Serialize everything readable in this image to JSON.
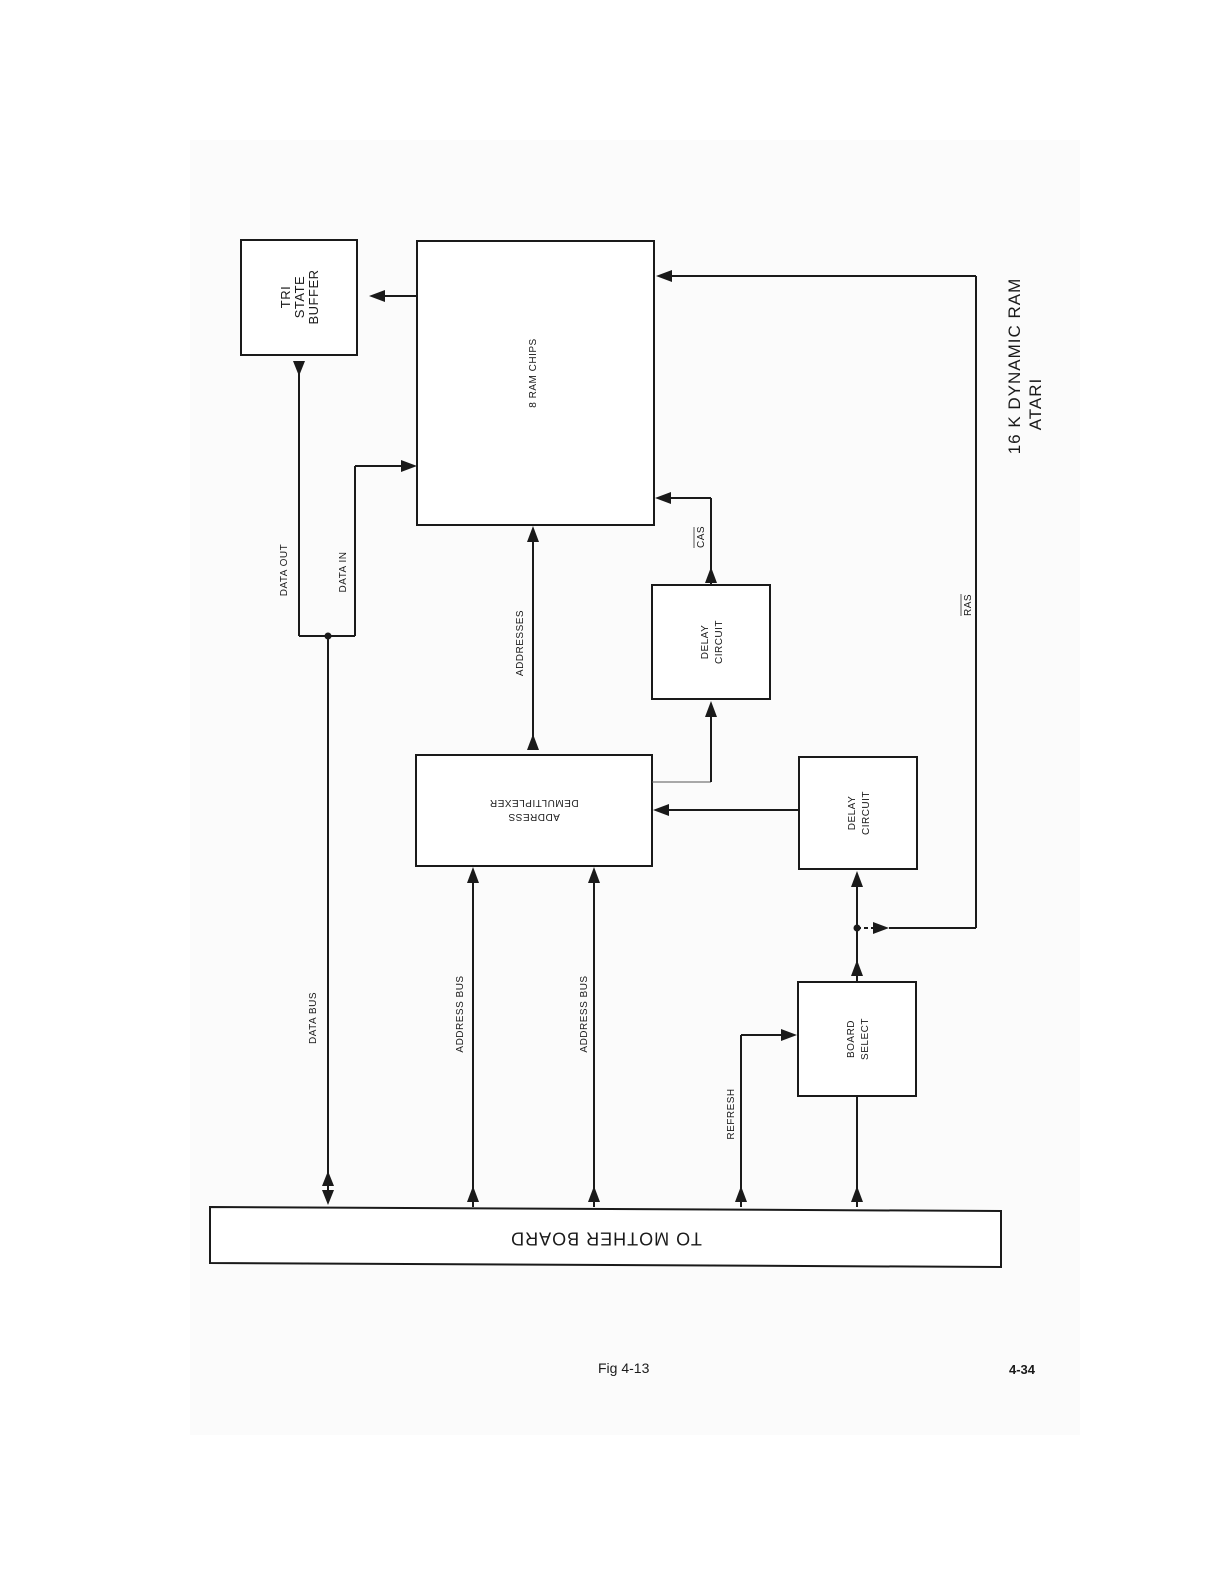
{
  "title": {
    "line1": "16 K DYNAMIC RAM",
    "line2": "ATARI"
  },
  "blocks": {
    "tri_state_buffer": [
      "TRI",
      "STATE",
      "BUFFER"
    ],
    "ram_chips": "8 RAM CHIPS",
    "address_demultiplexer": [
      "ADDRESS",
      "DEMULTIPLEXER"
    ],
    "delay_circuit_cas": [
      "DELAY",
      "CIRCUIT"
    ],
    "delay_circuit_board": [
      "DELAY",
      "CIRCUIT"
    ],
    "board_select": [
      "BOARD",
      "SELECT"
    ],
    "mother_board": "TO MOTHER BOARD"
  },
  "signals": {
    "data_out": "DATA OUT",
    "data_in": "DATA IN",
    "addresses": "ADDRESSES",
    "cas": "CAS",
    "ras": "RAS",
    "data_bus": "DATA BUS",
    "address_bus_1": "ADDRESS BUS",
    "address_bus_2": "ADDRESS BUS",
    "refresh": "REFRESH"
  },
  "caption": "Fig 4-13",
  "page_number": "4-34"
}
